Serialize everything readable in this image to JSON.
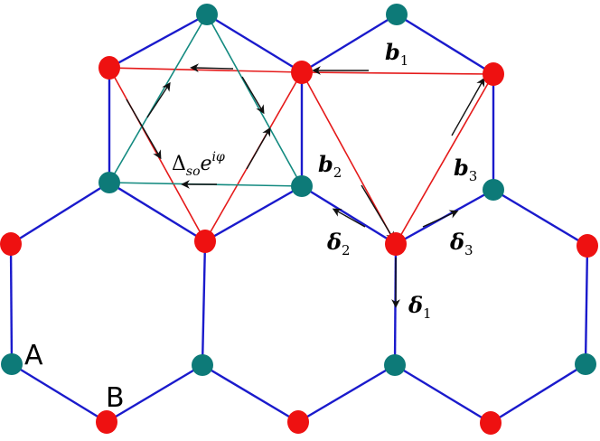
{
  "colors": {
    "lattice": "#1a1acc",
    "site_a": "#0d7a78",
    "site_b": "#ee1111",
    "b_bonds": "#e51a1a",
    "a_bonds": "#138a80",
    "arrow": "#111111"
  },
  "labels": {
    "site_a": "A",
    "site_b": "B",
    "b1": "b",
    "b1_sub": "1",
    "b2": "b",
    "b2_sub": "2",
    "b3": "b",
    "b3_sub": "3",
    "d1": "δ",
    "d1_sub": "1",
    "d2": "δ",
    "d2_sub": "2",
    "d3": "δ",
    "d3_sub": "3",
    "soc_delta": "Δ",
    "soc_sub": "so",
    "soc_e": "e",
    "soc_sup": "iφ"
  }
}
